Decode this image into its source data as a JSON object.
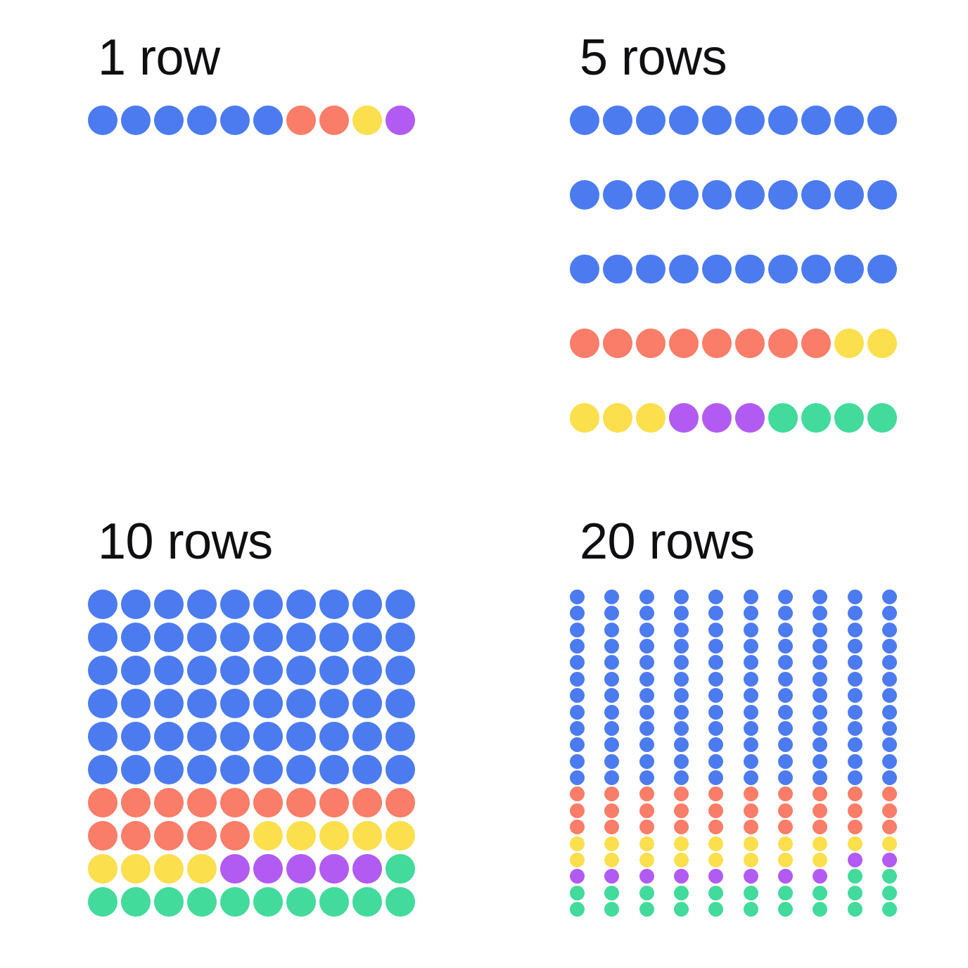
{
  "page": {
    "background_color": "#ffffff",
    "title_text_color": "#0f0f12"
  },
  "palette": {
    "blue": "#4C7BF0",
    "red": "#F97D68",
    "yellow": "#FBDF4D",
    "purple": "#B25BF2",
    "green": "#42DB9C"
  },
  "chart_data": [
    {
      "type": "waffle",
      "title": "1 row",
      "rows": 1,
      "cols": 10,
      "total_dots": 10,
      "fill_order": "row-major-left-to-right-top-to-bottom",
      "legend_position": "none",
      "series": [
        {
          "name": "blue",
          "color": "#4C7BF0",
          "count": 6
        },
        {
          "name": "red",
          "color": "#F97D68",
          "count": 2
        },
        {
          "name": "yellow",
          "color": "#FBDF4D",
          "count": 1
        },
        {
          "name": "purple",
          "color": "#B25BF2",
          "count": 1
        },
        {
          "name": "green",
          "color": "#42DB9C",
          "count": 0
        }
      ]
    },
    {
      "type": "waffle",
      "title": "5 rows",
      "rows": 5,
      "cols": 10,
      "total_dots": 50,
      "fill_order": "row-major-left-to-right-top-to-bottom",
      "legend_position": "none",
      "series": [
        {
          "name": "blue",
          "color": "#4C7BF0",
          "count": 30
        },
        {
          "name": "red",
          "color": "#F97D68",
          "count": 8
        },
        {
          "name": "yellow",
          "color": "#FBDF4D",
          "count": 5
        },
        {
          "name": "purple",
          "color": "#B25BF2",
          "count": 3
        },
        {
          "name": "green",
          "color": "#42DB9C",
          "count": 4
        }
      ]
    },
    {
      "type": "waffle",
      "title": "10 rows",
      "rows": 10,
      "cols": 10,
      "total_dots": 100,
      "fill_order": "row-major-left-to-right-top-to-bottom",
      "legend_position": "none",
      "series": [
        {
          "name": "blue",
          "color": "#4C7BF0",
          "count": 60
        },
        {
          "name": "red",
          "color": "#F97D68",
          "count": 15
        },
        {
          "name": "yellow",
          "color": "#FBDF4D",
          "count": 9
        },
        {
          "name": "purple",
          "color": "#B25BF2",
          "count": 5
        },
        {
          "name": "green",
          "color": "#42DB9C",
          "count": 11
        }
      ]
    },
    {
      "type": "waffle",
      "title": "20 rows",
      "rows": 20,
      "cols": 10,
      "total_dots": 200,
      "fill_order": "row-major-left-to-right-top-to-bottom",
      "legend_position": "none",
      "series": [
        {
          "name": "blue",
          "color": "#4C7BF0",
          "count": 120
        },
        {
          "name": "red",
          "color": "#F97D68",
          "count": 30
        },
        {
          "name": "yellow",
          "color": "#FBDF4D",
          "count": 18
        },
        {
          "name": "purple",
          "color": "#B25BF2",
          "count": 10
        },
        {
          "name": "green",
          "color": "#42DB9C",
          "count": 22
        }
      ]
    }
  ]
}
